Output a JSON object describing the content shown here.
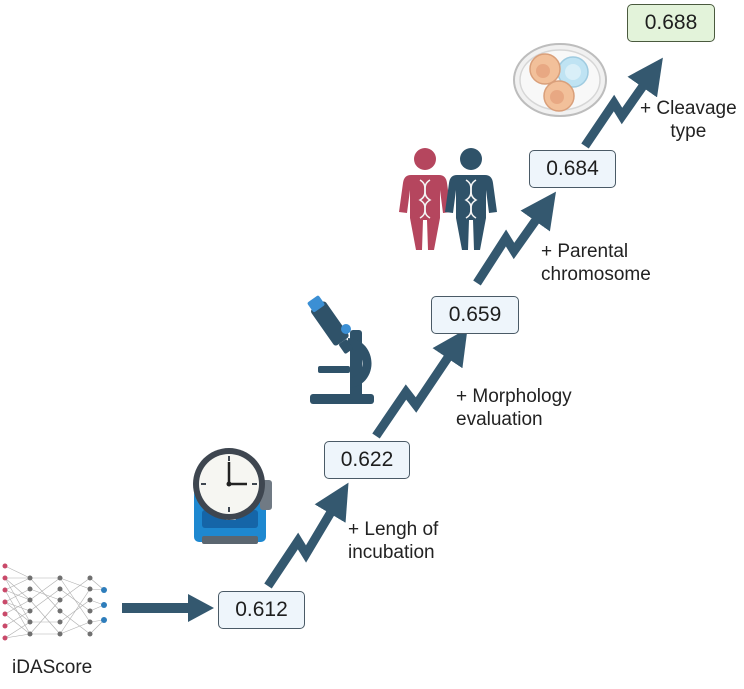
{
  "model": {
    "label": "iDAScore"
  },
  "steps": [
    {
      "value": "0.612",
      "label_line1": "",
      "label_line2": ""
    },
    {
      "value": "0.622",
      "label_line1": "+ Lengh of",
      "label_line2": "incubation",
      "icon": "incubator-clock-icon"
    },
    {
      "value": "0.659",
      "label_line1": "+ Morphology",
      "label_line2": "evaluation",
      "icon": "microscope-icon"
    },
    {
      "value": "0.684",
      "label_line1": "+ Parental",
      "label_line2": "chromosome",
      "icon": "parents-dna-icon"
    },
    {
      "value": "0.688",
      "label_line1": "+ Cleavage",
      "label_line2": "type",
      "icon": "embryo-dish-icon"
    }
  ],
  "colors": {
    "arrow": "#34586f",
    "box_fill": "#eef5fb",
    "final_box_fill": "#e3f3da",
    "female_figure": "#b5465e",
    "male_figure": "#34586f"
  }
}
